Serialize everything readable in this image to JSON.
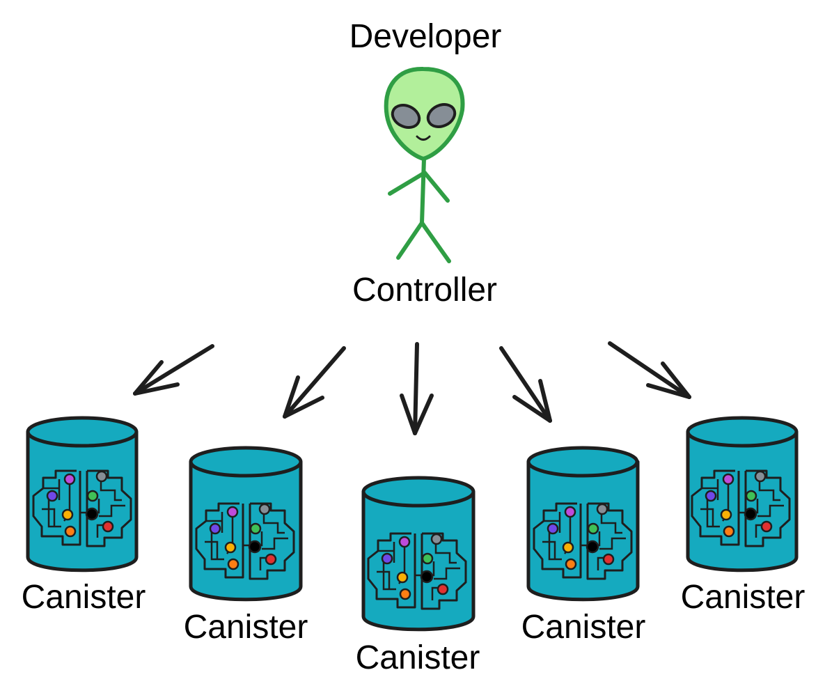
{
  "developer": {
    "title": "Developer",
    "role": "Controller",
    "icon": "alien-stick-figure-icon"
  },
  "canisters": [
    {
      "label": "Canister",
      "icon": "brain-circuit-icon"
    },
    {
      "label": "Canister",
      "icon": "brain-circuit-icon"
    },
    {
      "label": "Canister",
      "icon": "brain-circuit-icon"
    },
    {
      "label": "Canister",
      "icon": "brain-circuit-icon"
    },
    {
      "label": "Canister",
      "icon": "brain-circuit-icon"
    }
  ],
  "colors": {
    "alien_skin": "#b2ef9b",
    "alien_outline": "#2f9e44",
    "canister_fill": "#15aabf",
    "outline": "#1e1e1e",
    "node_colors": [
      "#be4bdb",
      "#868e96",
      "#7048e8",
      "#40c057",
      "#fab005",
      "#000000",
      "#fd7e14",
      "#e03131"
    ]
  }
}
